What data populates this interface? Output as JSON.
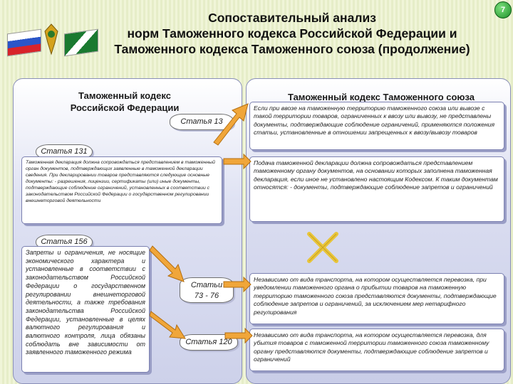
{
  "header": {
    "title_line1": "Сопоставительный анализ",
    "title_line2": "норм Таможенного кодекса Российской Федерации и",
    "title_line3": "Таможенного кодекса Таможенного союза (продолжение)",
    "page_number": "7"
  },
  "left_column": {
    "title_line1": "Таможенный кодекс",
    "title_line2": "Российской Федерации",
    "article_131": "Статья 131",
    "article_131_text": "Таможенная декларация должна сопровождаться представлением в таможенный орган документов, подтверждающих заявленные в таможенной декларации сведения. При декларировании товаров представляются следующие основные документы: - разрешения, лицензии, сертификаты (или) иные документы, подтверждающие соблюдение ограничений, установленных в соответствии с законодательством Российской Федерации о государственном регулировании внешнеторговой деятельности",
    "article_156": "Статья 156",
    "article_156_text": "Запреты и ограничения, не носящие экономического характера и установленные в соответствии с законодательством Российской Федерации о государственном регулировании внешнеторговой деятельности, а также требования законодательства Российской Федерации, установленные в целях валютного регулирования и валютного контроля, лица обязаны соблюдать вне зависимости от заявленного таможенного режима"
  },
  "right_column": {
    "title": "Таможенный кодекс Таможенного союза",
    "box1_text": "Если при ввозе на таможенную территорию таможенного союза или вывозе с такой территории товаров, ограниченных к ввозу или вывозу, не представлены документы, подтверждающие соблюдение ограничений, применяются положения статьи, установленные в отношении запрещенных к ввозу/вывозу товаров",
    "box2_text": "Подача таможенной декларации должна сопровождаться представлением таможенному органу документов, на основании которых заполнена таможенная декларация, если иное не установлено настоящим Кодексом. К таким документам относятся: - документы, подтверждающие соблюдение запретов и ограничений",
    "box3_text": "Независимо от вида транспорта, на котором осуществляется перевозка, при уведомлении таможенного органа о прибытии товаров на таможенную территорию таможенного союза представляются документы, подтверждающие соблюдение запретов и ограничений, за исключением мер нетарифного регулирования",
    "box4_text": "Независимо от вида транспорта, на котором осуществляется перевозка, для убытия товаров с таможенной территории таможенного союза таможенному органу представляются документы, подтверждающие соблюдение запретов и ограничений"
  },
  "middle_tags": {
    "article_13": "Статья 13",
    "article_73_76_line1": "Статьи",
    "article_73_76_line2": "73 - 76",
    "article_120": "Статья 120"
  },
  "colors": {
    "arrow": "#f0a63a",
    "cross": "#e8c53a"
  }
}
